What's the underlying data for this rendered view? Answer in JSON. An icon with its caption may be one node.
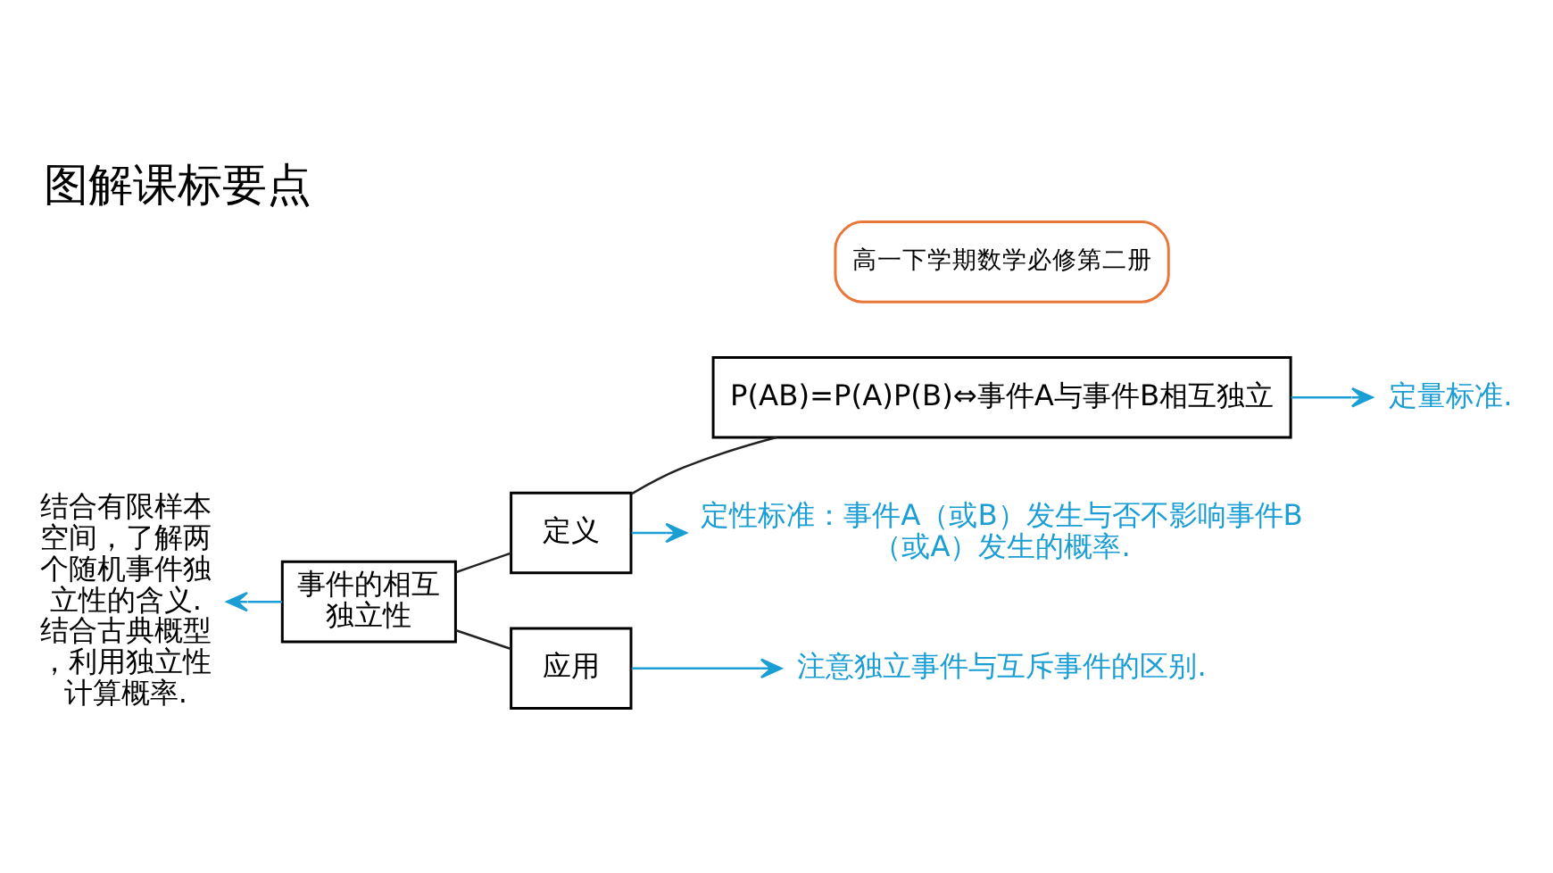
{
  "diagram": {
    "title": "图解课标要点",
    "nodes": [
      {
        "text": [
          "事件的相互独立性"
        ]
      },
      {
        "text": [
          "定义"
        ]
      },
      {
        "text": [
          "应用"
        ]
      },
      {
        "text": [
          "P(AB)=P(A)P(B)⇔事件A与事件B相互独立"
        ]
      },
      {
        "text": [
          "结合有限样本空间，了解两个随机事件独立性的含义.结合古典概型，利用独立性计算概率."
        ]
      },
      {
        "text": [
          "定性标准：事件A（或B）发生与否不影响事件B（或A）发生的概率."
        ]
      },
      {
        "text": [
          "定量标准."
        ]
      },
      {
        "text": [
          "注意独立事件与互斥事件的区别."
        ]
      }
    ],
    "edges": [
      {
        "from": 0,
        "to": 4,
        "arrow": "to"
      },
      {
        "from": 0,
        "to": 1,
        "arrow": "none",
        "color": "#222222"
      },
      {
        "from": 0,
        "to": 2,
        "arrow": "none",
        "color": "#222222"
      },
      {
        "from": 1,
        "to": 5,
        "arrow": "to"
      },
      {
        "from": 1,
        "to": 3,
        "arrow": "none",
        "color": "#222222"
      },
      {
        "from": 3,
        "to": 6,
        "arrow": "to"
      },
      {
        "from": 2,
        "to": 7,
        "arrow": "to"
      }
    ],
    "labels": [
      "高一下学期数学必修第二册"
    ]
  }
}
